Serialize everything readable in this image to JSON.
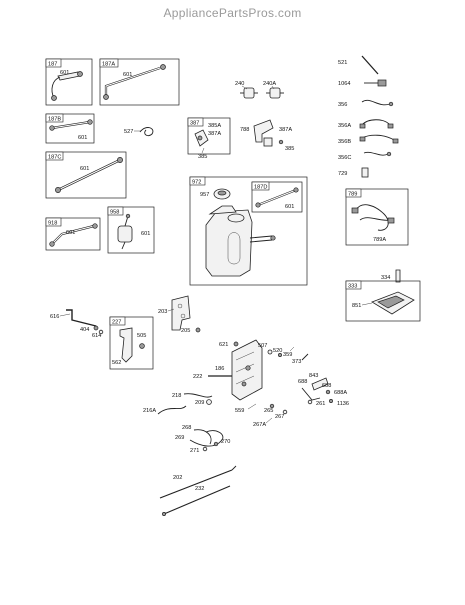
{
  "site_title": "AppliancePartsPros.com",
  "callouts": {
    "a187": "187",
    "a601_1": "601",
    "a187A": "187A",
    "a601_2": "601",
    "a187B": "187B",
    "a601_3": "601",
    "a187C": "187C",
    "a601_4": "601",
    "a918": "918",
    "a601_5": "601",
    "a958": "958",
    "a601_6": "601",
    "a527": "527",
    "a240": "240",
    "a240A": "240A",
    "a387": "387",
    "a385A": "385A",
    "a387A": "387A",
    "a385_1": "385",
    "a788": "788",
    "a387A_2": "387A",
    "a385_2": "385",
    "a972": "972",
    "a957": "957",
    "a187D": "187D",
    "a601_7": "601",
    "a521": "521",
    "a1064": "1064",
    "a356": "356",
    "a356A": "356A",
    "a356B": "356B",
    "a356C": "356C",
    "a729": "729",
    "a789": "789",
    "a789A": "789A",
    "a333": "333",
    "a334": "334",
    "a851": "851",
    "a616": "616",
    "a404": "404",
    "a614": "614",
    "a227": "227",
    "a505": "505",
    "a562": "562",
    "a203": "203",
    "a205": "205",
    "a621": "621",
    "a507": "507",
    "a520": "520",
    "a359": "359",
    "a373": "373",
    "a186": "186",
    "a222": "222",
    "a218": "218",
    "a209": "209",
    "a216A": "216A",
    "a559": "559",
    "a265": "265",
    "a267": "267",
    "a267A": "267A",
    "a843": "843",
    "a688": "688",
    "a688A": "688A",
    "a261": "261",
    "a1136": "1136",
    "a268": "268",
    "a269": "269",
    "a270": "270",
    "a271": "271",
    "a202": "202",
    "a232": "232"
  }
}
